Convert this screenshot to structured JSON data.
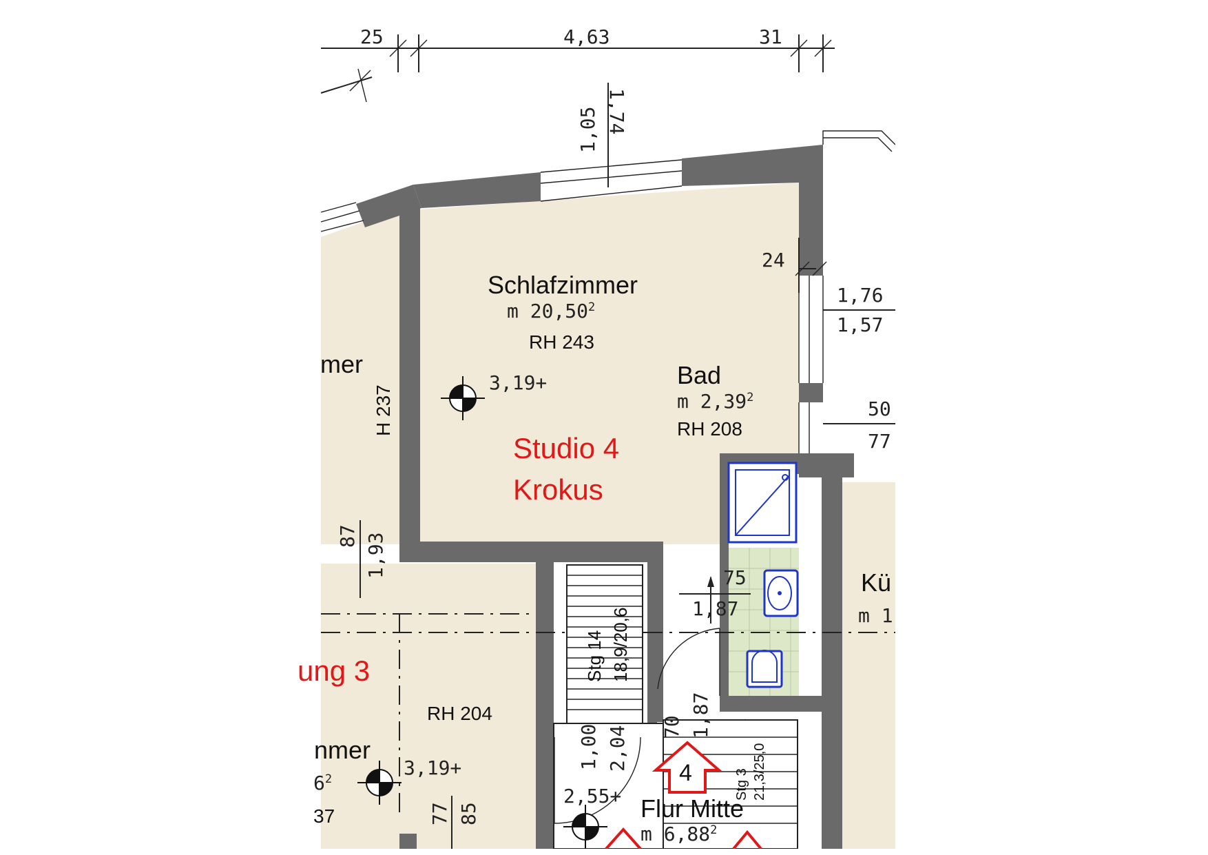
{
  "rooms": {
    "schlafzimmer": {
      "name": "Schlafzimmer",
      "area": "m 20,50",
      "area_sup": "2",
      "rh": "RH 243",
      "level": "3,19+"
    },
    "bad": {
      "name": "Bad",
      "area": "m 2,39",
      "area_sup": "2",
      "rh": "RH 208"
    },
    "flur": {
      "name": "Flur Mitte",
      "area": "m 6,88",
      "area_sup": "2"
    },
    "kueche_partial": {
      "name": "Kü",
      "area": "m 1"
    },
    "left_upper_partial": {
      "name": "mer",
      "height": "H 237"
    },
    "left_lower_partial": {
      "name": "nmer",
      "area_sup": "2",
      "area_tail": "6",
      "rh": "RH 204",
      "rh_tail": "37",
      "level": "3,19+"
    },
    "corridor_level": "2,55+"
  },
  "studios": {
    "studio4": {
      "line1": "Studio 4",
      "line2": "Krokus"
    },
    "left_partial": "ung 3"
  },
  "stairs": {
    "stg14": {
      "label": "Stg 14",
      "ratio": "18,9/20,6"
    },
    "stg3": {
      "label": "Stg 3",
      "ratio": "21,3/25,0"
    },
    "entrance_number": "4"
  },
  "dimensions": {
    "top_left": "25",
    "top_main": "4,63",
    "top_right": "31",
    "window_upper": "1,74",
    "window_lower": "1,05",
    "right_wall": "24",
    "right_window_upper": "1,76",
    "right_window_lower": "1,57",
    "right_mid_upper": "50",
    "right_mid_lower": "77",
    "left_upper": "87",
    "left_lower": "1,93",
    "bath_door_upper": "75",
    "bath_door_lower": "1,87",
    "door_a_upper": "1,00",
    "door_a_lower": "2,04",
    "door_b_upper": "70",
    "door_b_lower": "1,87",
    "bottom_upper": "77",
    "bottom_lower": "85"
  },
  "colors": {
    "wall": "#6a6a6a",
    "floor": "#f1ead9",
    "bath_tile": "#dde8c9",
    "fixture": "#1f35c9",
    "label_red": "#e01818"
  }
}
